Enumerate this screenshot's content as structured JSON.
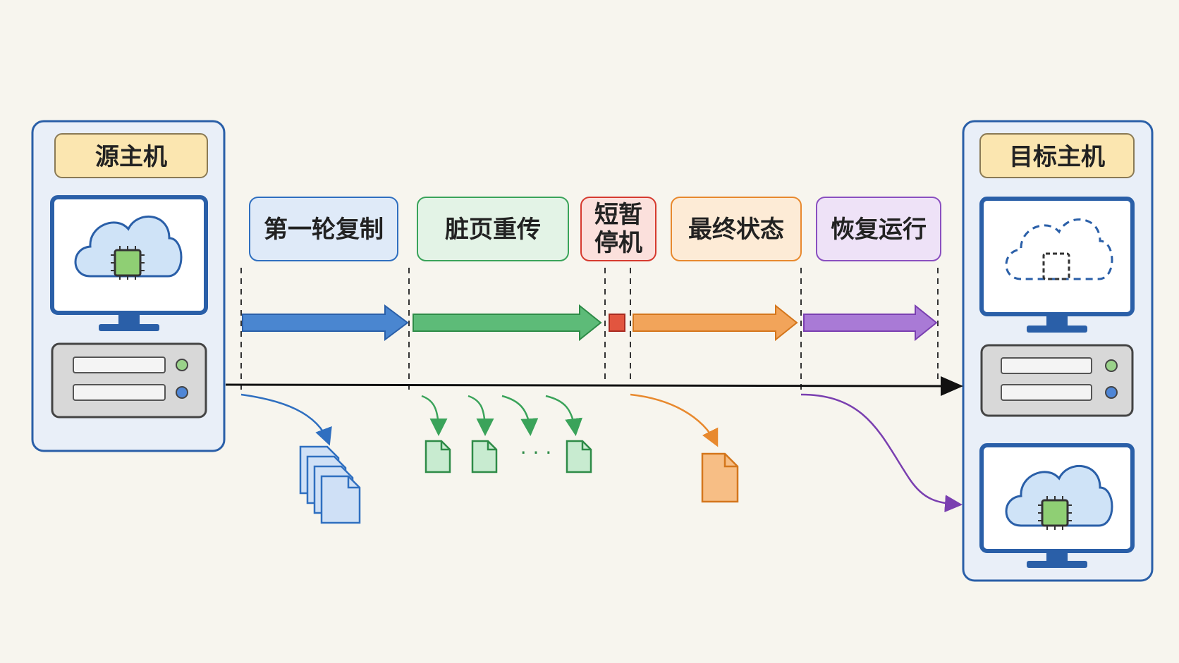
{
  "source_host": {
    "label": "源主机",
    "label_color": "#fbe6b0",
    "frame_color": "#2a5fa8"
  },
  "target_host": {
    "label": "目标主机",
    "label_color": "#fbe6b0",
    "frame_color": "#2a5fa8"
  },
  "phases": [
    {
      "label": "第一轮复制",
      "lines": [
        "第一轮复制"
      ],
      "color": "#2f6fc0",
      "fill": "#dfeaf8"
    },
    {
      "label": "脏页重传",
      "lines": [
        "脏页重传"
      ],
      "color": "#3aa35a",
      "fill": "#e3f3e6"
    },
    {
      "label": "短暂停机",
      "lines": [
        "短暂",
        "停机"
      ],
      "color": "#d63a2f",
      "fill": "#fbe0dc"
    },
    {
      "label": "最终状态",
      "lines": [
        "最终状态"
      ],
      "color": "#e8892e",
      "fill": "#fdebd6"
    },
    {
      "label": "恢复运行",
      "lines": [
        "恢复运行"
      ],
      "color": "#8a4fc0",
      "fill": "#eee2f7"
    }
  ],
  "ellipsis": "· · ·",
  "icons": {
    "source_vm": "cloud-chip-icon",
    "target_vm_ghost": "dashed-cloud-chip-icon",
    "target_vm": "cloud-chip-icon",
    "server": "server-icon",
    "monitor": "monitor-icon",
    "page": "document-page-icon"
  },
  "timeline_color": "#111111"
}
